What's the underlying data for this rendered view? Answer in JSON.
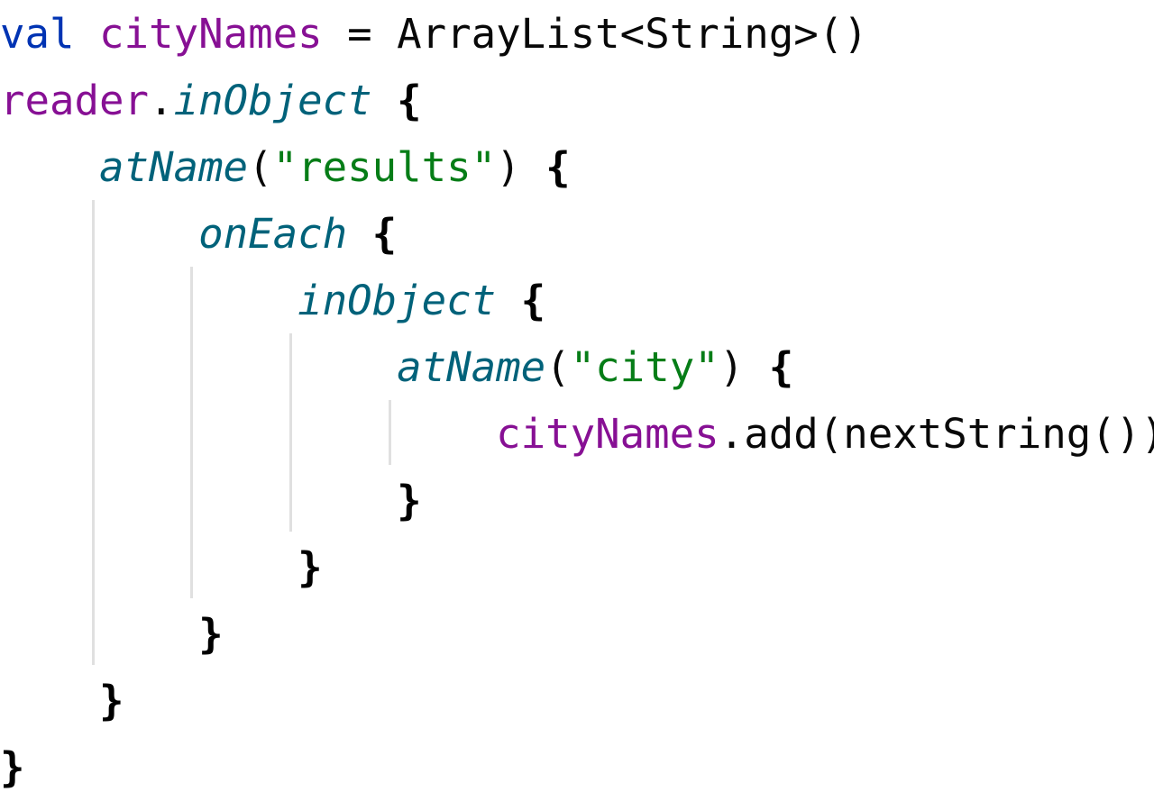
{
  "code": {
    "language": "kotlin",
    "lines": [
      {
        "indent": 0,
        "tokens": [
          {
            "t": "val",
            "c": "kw"
          },
          {
            "t": " ",
            "c": "plain"
          },
          {
            "t": "cityNames",
            "c": "var"
          },
          {
            "t": " = ArrayList<String>()",
            "c": "plain"
          }
        ]
      },
      {
        "indent": 0,
        "tokens": [
          {
            "t": "reader",
            "c": "var"
          },
          {
            "t": ".",
            "c": "plain"
          },
          {
            "t": "inObject",
            "c": "fn"
          },
          {
            "t": " ",
            "c": "plain"
          },
          {
            "t": "{",
            "c": "brace"
          }
        ]
      },
      {
        "indent": 1,
        "tokens": [
          {
            "t": "atName",
            "c": "fn"
          },
          {
            "t": "(",
            "c": "plain"
          },
          {
            "t": "\"results\"",
            "c": "str"
          },
          {
            "t": ") ",
            "c": "plain"
          },
          {
            "t": "{",
            "c": "brace"
          }
        ]
      },
      {
        "indent": 2,
        "tokens": [
          {
            "t": "onEach",
            "c": "fn"
          },
          {
            "t": " ",
            "c": "plain"
          },
          {
            "t": "{",
            "c": "brace"
          }
        ]
      },
      {
        "indent": 3,
        "tokens": [
          {
            "t": "inObject",
            "c": "fn"
          },
          {
            "t": " ",
            "c": "plain"
          },
          {
            "t": "{",
            "c": "brace"
          }
        ]
      },
      {
        "indent": 4,
        "tokens": [
          {
            "t": "atName",
            "c": "fn"
          },
          {
            "t": "(",
            "c": "plain"
          },
          {
            "t": "\"city\"",
            "c": "str"
          },
          {
            "t": ") ",
            "c": "plain"
          },
          {
            "t": "{",
            "c": "brace"
          }
        ]
      },
      {
        "indent": 5,
        "tokens": [
          {
            "t": "cityNames",
            "c": "var"
          },
          {
            "t": ".add(nextString())",
            "c": "plain"
          }
        ]
      },
      {
        "indent": 4,
        "tokens": [
          {
            "t": "}",
            "c": "brace"
          }
        ]
      },
      {
        "indent": 3,
        "tokens": [
          {
            "t": "}",
            "c": "brace"
          }
        ]
      },
      {
        "indent": 2,
        "tokens": [
          {
            "t": "}",
            "c": "brace"
          }
        ]
      },
      {
        "indent": 1,
        "tokens": [
          {
            "t": "}",
            "c": "brace"
          }
        ]
      },
      {
        "indent": 0,
        "tokens": [
          {
            "t": "}",
            "c": "brace"
          }
        ]
      }
    ]
  }
}
